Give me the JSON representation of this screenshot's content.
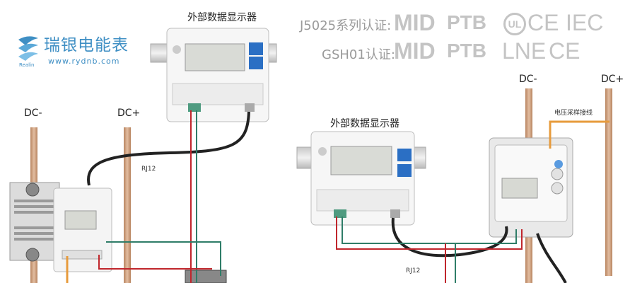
{
  "brand": {
    "name_cn": "瑞银电能表",
    "url": "www.rydnb.com",
    "name_en": "Realin",
    "color": "#3f8fc4"
  },
  "certifications": [
    {
      "label": "J5025系列认证:",
      "marks": [
        "MID",
        "PTB",
        "UL",
        "CE",
        "IEC"
      ]
    },
    {
      "label": "GSH01认证:",
      "marks": [
        "MID",
        "PTB",
        "LNE",
        "CE"
      ]
    }
  ],
  "labels": {
    "external_display_top": "外部数据显示器",
    "external_display_mid": "外部数据显示器",
    "dc_minus_left": "DC-",
    "dc_plus_left": "DC+",
    "dc_minus_right": "DC-",
    "dc_plus_right": "DC+",
    "rj12_left": "RJ12",
    "rj12_right": "RJ12",
    "voltage_sampling": "电压采样接线"
  },
  "colors": {
    "copper_bar": "#c99a78",
    "wire_red": "#c0262c",
    "wire_green": "#2f7d68",
    "wire_orange": "#e79b3c",
    "cable_black": "#222222",
    "device_blue": "#2b6fc4"
  }
}
